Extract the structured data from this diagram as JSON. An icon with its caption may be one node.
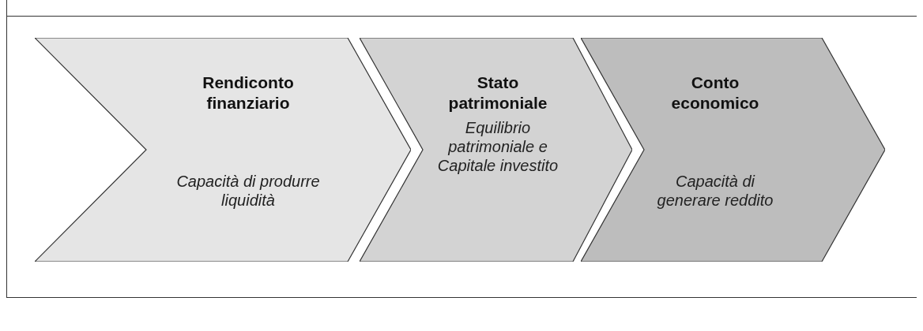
{
  "diagram": {
    "nodes": [
      {
        "text": [
          "Rendiconto finanziario",
          "Capacità di produrre liquidità"
        ]
      },
      {
        "text": [
          "Stato patrimoniale",
          "Equilibrio patrimoniale e Capitale investito"
        ]
      },
      {
        "text": [
          "Conto economico",
          "Capacità di generare reddito"
        ]
      }
    ]
  }
}
